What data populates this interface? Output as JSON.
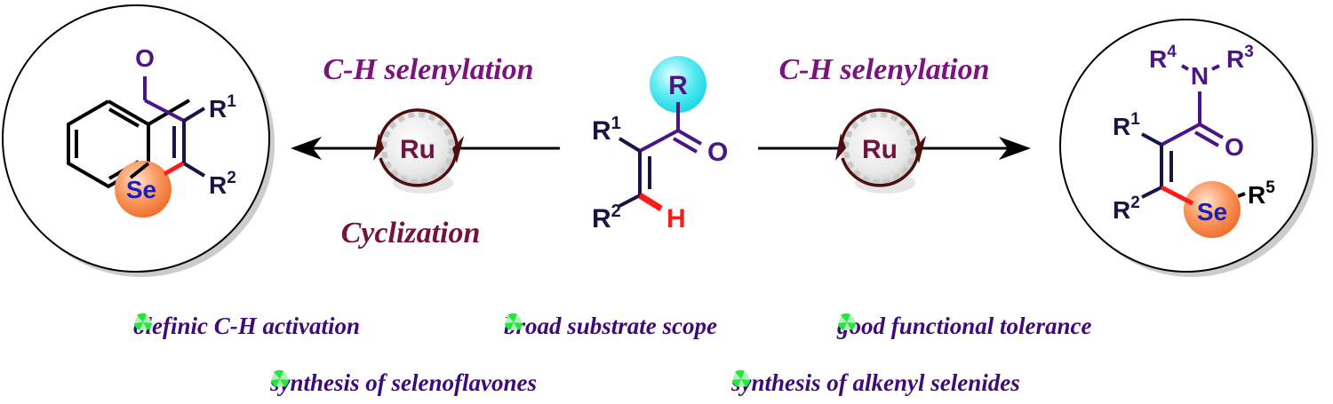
{
  "colors": {
    "purple_text": "#7a137e",
    "cyclization_text": "#741242",
    "feature_text": "#3d0a78",
    "bond_dark": "#1b1246",
    "bond_purple": "#4a1585",
    "se_circle": "#f7844a",
    "r_circle": "#33e3ee",
    "red_bond": "#ff1a1a",
    "catalyst_ring": "#4b0f10",
    "bullet_green": "#22e83a"
  },
  "left_reaction": {
    "label_top": "C-H selenylation",
    "label_bottom": "Cyclization",
    "catalyst": "Ru"
  },
  "right_reaction": {
    "label_top": "C-H selenylation",
    "catalyst": "Ru"
  },
  "starting_material": {
    "r_group": "R",
    "r1": "R",
    "r1_sup": "1",
    "r2": "R",
    "r2_sup": "2",
    "oxygen": "O",
    "hydrogen": "H"
  },
  "left_product": {
    "name": "selenoflavone",
    "oxygen": "O",
    "selenium": "Se",
    "r1": "R",
    "r1_sup": "1",
    "r2": "R",
    "r2_sup": "2"
  },
  "right_product": {
    "name": "alkenyl selenide",
    "nitrogen": "N",
    "oxygen": "O",
    "selenium": "Se",
    "r1": "R",
    "r1_sup": "1",
    "r2": "R",
    "r2_sup": "2",
    "r3": "R",
    "r3_sup": "3",
    "r4": "R",
    "r4_sup": "4",
    "r5": "R",
    "r5_sup": "5"
  },
  "features": [
    "olefinic C-H activation",
    "broad substrate scope",
    "good functional tolerance",
    "synthesis of selenoflavones",
    "synthesis of alkenyl selenides"
  ]
}
